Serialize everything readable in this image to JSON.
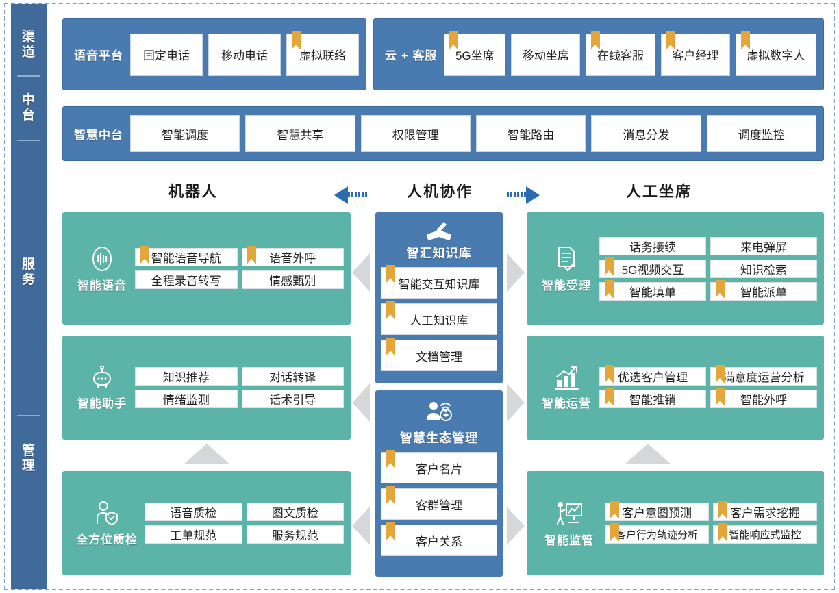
{
  "rail": {
    "items": [
      {
        "label": "渠\n道",
        "name": "rail-item-channel"
      },
      {
        "label": "中\n台",
        "name": "rail-item-midplatform"
      },
      {
        "label": "服\n务",
        "name": "rail-item-service"
      },
      {
        "label": "管\n理",
        "name": "rail-item-management"
      }
    ]
  },
  "colors": {
    "blue": "#4a7bb0",
    "rail_blue": "#3f6a99",
    "teal": "#5cb3a7",
    "ribbon_gold": "#e3a63a",
    "arrow_gray": "#d5d7d9",
    "arrow_blue": "#2b6bb0",
    "frame_dash": "#7f9fc4"
  },
  "channel_row": {
    "voice_platform": {
      "title": "语音平台",
      "chips": [
        {
          "label": "固定电话",
          "ribbon": false
        },
        {
          "label": "移动电话",
          "ribbon": false
        },
        {
          "label": "虚拟联络",
          "ribbon": true
        }
      ]
    },
    "cloud_service": {
      "title": "云 + 客服",
      "chips": [
        {
          "label": "5G坐席",
          "ribbon": true
        },
        {
          "label": "移动坐席",
          "ribbon": false
        },
        {
          "label": "在线客服",
          "ribbon": true
        },
        {
          "label": "客户经理",
          "ribbon": true
        },
        {
          "label": "虚拟数字人",
          "ribbon": true
        }
      ]
    }
  },
  "midplatform_row": {
    "title": "智慧中台",
    "chips": [
      {
        "label": "智能调度",
        "ribbon": false
      },
      {
        "label": "智慧共享",
        "ribbon": false
      },
      {
        "label": "权限管理",
        "ribbon": false
      },
      {
        "label": "智能路由",
        "ribbon": false
      },
      {
        "label": "消息分发",
        "ribbon": false
      },
      {
        "label": "调度监控",
        "ribbon": false
      }
    ]
  },
  "mid_labels": {
    "left": "机器人",
    "center": "人机协作",
    "right": "人工坐席"
  },
  "left_groups": [
    {
      "title": "智能语音",
      "icon": "voice-wave-icon",
      "cells": [
        {
          "label": "智能语音导航",
          "ribbon": true
        },
        {
          "label": "语音外呼",
          "ribbon": true
        },
        {
          "label": "全程录音转写",
          "ribbon": false
        },
        {
          "label": "情感甄别",
          "ribbon": false
        }
      ]
    },
    {
      "title": "智能助手",
      "icon": "robot-icon",
      "cells": [
        {
          "label": "知识推荐",
          "ribbon": false
        },
        {
          "label": "对话转译",
          "ribbon": false
        },
        {
          "label": "情绪监测",
          "ribbon": false
        },
        {
          "label": "话术引导",
          "ribbon": false
        }
      ]
    },
    {
      "title": "全方位质检",
      "icon": "person-shield-icon",
      "cells": [
        {
          "label": "语音质检",
          "ribbon": false
        },
        {
          "label": "图文质检",
          "ribbon": false
        },
        {
          "label": "工单规范",
          "ribbon": false
        },
        {
          "label": "服务规范",
          "ribbon": false
        }
      ]
    }
  ],
  "center_stacks": [
    {
      "title": "智汇知识库",
      "icon": "book-pen-icon",
      "items": [
        {
          "label": "智能交互知识库",
          "ribbon": true
        },
        {
          "label": "人工知识库",
          "ribbon": true
        },
        {
          "label": "文档管理",
          "ribbon": true
        }
      ]
    },
    {
      "title": "智慧生态管理",
      "icon": "person-network-icon",
      "items": [
        {
          "label": "客户名片",
          "ribbon": true
        },
        {
          "label": "客群管理",
          "ribbon": true
        },
        {
          "label": "客户关系",
          "ribbon": true
        }
      ]
    }
  ],
  "right_groups": [
    {
      "title": "智能受理",
      "icon": "document-check-icon",
      "cells": [
        {
          "label": "话务接续",
          "ribbon": false
        },
        {
          "label": "来电弹屏",
          "ribbon": false
        },
        {
          "label": "5G视频交互",
          "ribbon": true
        },
        {
          "label": "知识检索",
          "ribbon": false
        },
        {
          "label": "智能填单",
          "ribbon": true
        },
        {
          "label": "智能派单",
          "ribbon": true
        }
      ]
    },
    {
      "title": "智能运营",
      "icon": "growth-chart-icon",
      "cells": [
        {
          "label": "优选客户管理",
          "ribbon": true
        },
        {
          "label": "满意度运营分析",
          "ribbon": true
        },
        {
          "label": "智能推销",
          "ribbon": true
        },
        {
          "label": "智能外呼",
          "ribbon": true
        }
      ]
    },
    {
      "title": "智能监管",
      "icon": "presenter-board-icon",
      "cells": [
        {
          "label": "客户意图预测",
          "ribbon": true
        },
        {
          "label": "客户需求挖掘",
          "ribbon": true
        },
        {
          "label": "客户行为轨迹分析",
          "ribbon": true
        },
        {
          "label": "智能响应式监控",
          "ribbon": true
        }
      ]
    }
  ]
}
